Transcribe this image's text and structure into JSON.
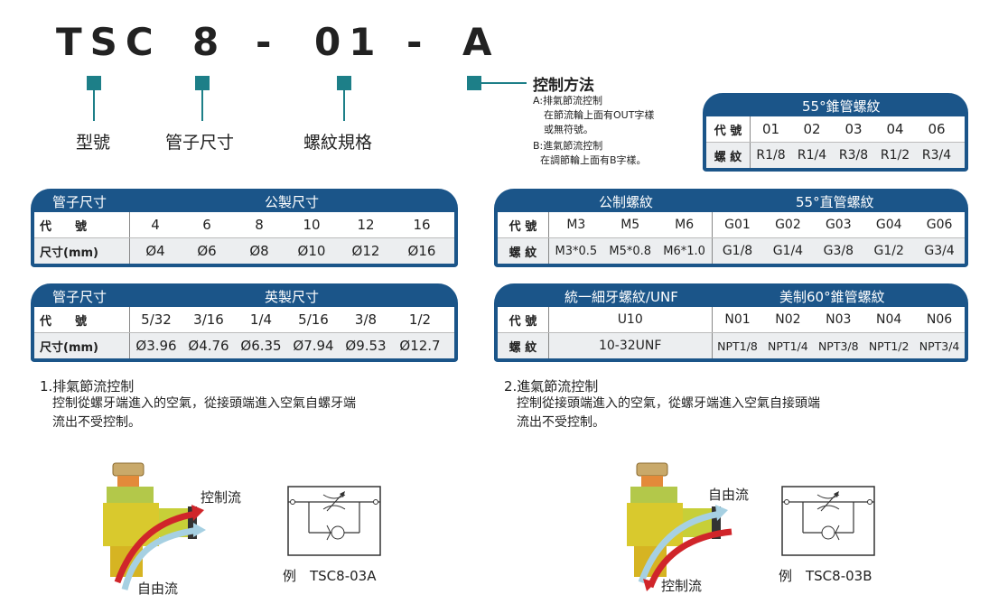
{
  "model_code": {
    "parts": [
      "TSC",
      "8",
      "-",
      "01",
      "-",
      "A"
    ]
  },
  "labels": {
    "model": "型號",
    "tube": "管子尺寸",
    "thread": "螺紋規格"
  },
  "control_method": {
    "title": "控制方法",
    "lines": [
      "A:排氣節流控制",
      "在節流輪上面有OUT字樣",
      "或無符號。",
      "B:進氣節流控制",
      "在調節輪上面有B字樣。"
    ]
  },
  "taper_table": {
    "title": "55°錐管螺紋",
    "row1_label": "代 號",
    "row2_label": "螺 紋",
    "codes": [
      "01",
      "02",
      "03",
      "04",
      "06"
    ],
    "threads": [
      "R1/8",
      "R1/4",
      "R3/8",
      "R1/2",
      "R3/4"
    ]
  },
  "metric_size_table": {
    "header_left": "管子尺寸",
    "header_right": "公製尺寸",
    "row1_label": "代　　號",
    "row2_label": "尺寸(mm)",
    "codes": [
      "4",
      "6",
      "8",
      "10",
      "12",
      "16"
    ],
    "sizes": [
      "Ø4",
      "Ø6",
      "Ø8",
      "Ø10",
      "Ø12",
      "Ø16"
    ]
  },
  "thread_table": {
    "header_left": "公制螺紋",
    "header_right": "55°直管螺紋",
    "row1_label": "代 號",
    "row2_label": "螺 紋",
    "codes": [
      "M3",
      "M5",
      "M6",
      "G01",
      "G02",
      "G03",
      "G04",
      "G06"
    ],
    "threads": [
      "M3*0.5",
      "M5*0.8",
      "M6*1.0",
      "G1/8",
      "G1/4",
      "G3/8",
      "G1/2",
      "G3/4"
    ]
  },
  "inch_size_table": {
    "header_left": "管子尺寸",
    "header_right": "英製尺寸",
    "row1_label": "代　　號",
    "row2_label": "尺寸(mm)",
    "codes": [
      "5/32",
      "3/16",
      "1/4",
      "5/16",
      "3/8",
      "1/2"
    ],
    "sizes": [
      "Ø3.96",
      "Ø4.76",
      "Ø6.35",
      "Ø7.94",
      "Ø9.53",
      "Ø12.7"
    ]
  },
  "unf_table": {
    "header_left": "統一細牙螺紋/UNF",
    "header_right": "美制60°錐管螺紋",
    "row1_label": "代 號",
    "row2_label": "螺 紋",
    "codes": [
      "U10",
      "N01",
      "N02",
      "N03",
      "N04",
      "N06"
    ],
    "threads": [
      "10-32UNF",
      "NPT1/8",
      "NPT1/4",
      "NPT3/8",
      "NPT1/2",
      "NPT3/4"
    ]
  },
  "note1": {
    "title": "1.排氣節流控制",
    "body": [
      "控制從螺牙端進入的空氣，從接頭端進入空氣自螺牙端",
      "流出不受控制。"
    ]
  },
  "note2": {
    "title": "2.進氣節流控制",
    "body": [
      "控制從接頭端進入的空氣，從螺牙端進入空氣自接頭端",
      "流出不受控制。"
    ]
  },
  "diagram1": {
    "controlled_label": "控制流",
    "free_label": "自由流",
    "example": "例　TSC8-03A"
  },
  "diagram2": {
    "free_label": "自由流",
    "controlled_label": "控制流",
    "example": "例　TSC8-03B"
  },
  "colors": {
    "accent": "#1d7f88",
    "table_header": "#1b5589",
    "arrow_red": "#d0252a",
    "arrow_blue": "#a6d0e2",
    "brass": "#d6b422"
  }
}
